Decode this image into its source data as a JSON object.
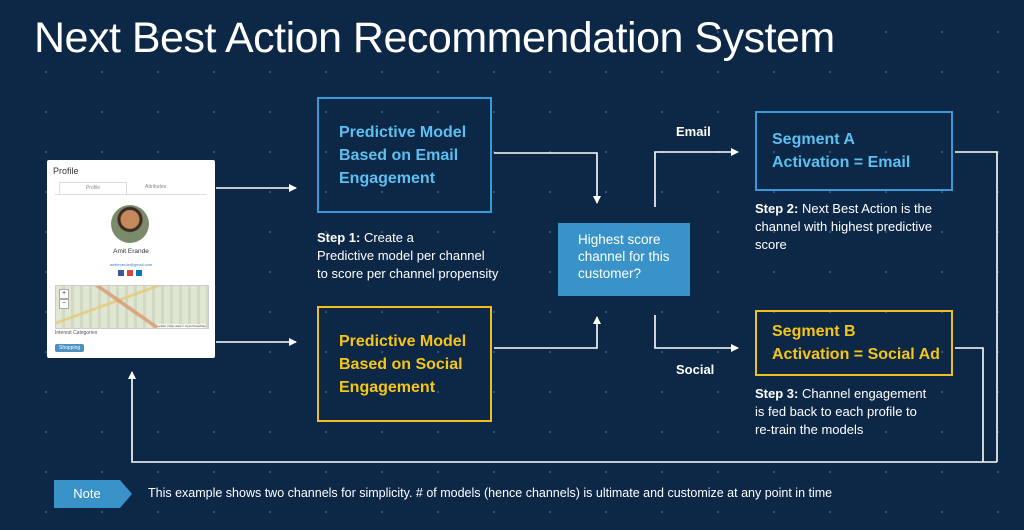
{
  "title": "Next Best Action Recommendation System",
  "profile_card": {
    "heading": "Profile",
    "tabs": [
      "Profile",
      "Attributes"
    ],
    "name": "Amit Erande",
    "email": "amiterande@gmail.com",
    "map_zoom_in": "+",
    "map_zoom_out": "−",
    "map_credit": "Leaflet | Map data © OpenStreetMap",
    "interest_label": "Interest Categories",
    "interest_tag": "Shopping"
  },
  "model_email": {
    "lines": [
      "Predictive Model",
      "Based on Email",
      "Engagement"
    ]
  },
  "model_social": {
    "lines": [
      "Predictive Model",
      "Based on Social",
      "Engagement"
    ]
  },
  "step1": {
    "bold": "Step 1:",
    "lines": [
      " Create a",
      "Predictive model per channel",
      "to score per channel propensity"
    ]
  },
  "decision": {
    "lines": [
      "Highest score",
      "channel for this",
      "customer?"
    ]
  },
  "branch_email": "Email",
  "branch_social": "Social",
  "segment_a": {
    "lines": [
      "Segment A",
      "Activation = Email"
    ]
  },
  "segment_b": {
    "lines": [
      "Segment B",
      "Activation = Social Ad"
    ]
  },
  "step2": {
    "bold": "Step 2:",
    "lines": [
      " Next Best Action is the",
      "channel with highest predictive",
      "score"
    ]
  },
  "step3": {
    "bold": "Step 3:",
    "lines": [
      " Channel engagement",
      "is fed back to each profile to",
      "re-train the models"
    ]
  },
  "note": {
    "label": "Note",
    "text": "This example shows two channels for simplicity. # of models (hence channels) is ultimate and customize at any point in time"
  },
  "colors": {
    "background": "#0d2747",
    "blue_accent": "#3a9ad9",
    "gold_accent": "#f0c020",
    "decision_fill": "#3a93c8",
    "note_fill": "#3a93c8"
  },
  "icons": [
    "facebook-icon",
    "google-plus-icon",
    "linkedin-icon",
    "avatar"
  ]
}
